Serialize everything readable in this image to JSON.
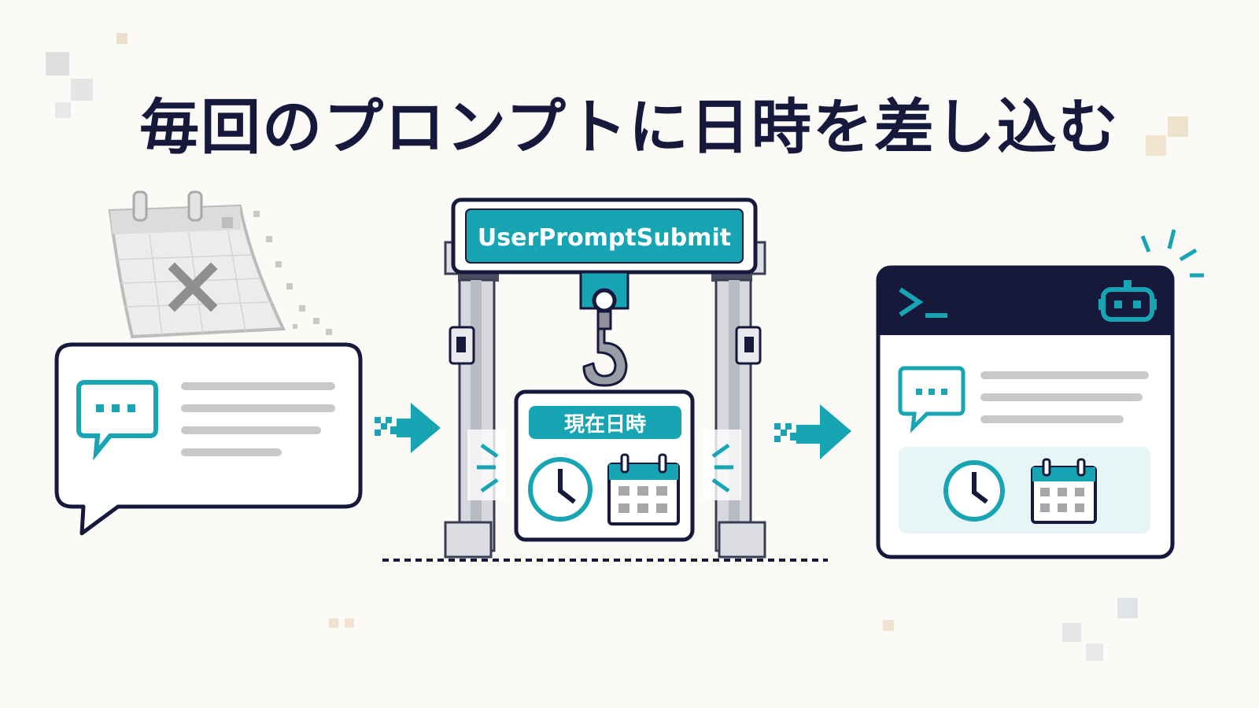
{
  "title": "毎回のプロンプトに日時を差し込む",
  "hook_label": "UserPromptSubmit",
  "payload_label": "現在日時",
  "colors": {
    "teal": "#17a5b3",
    "navy": "#16193b",
    "gray": "#c9c9c9",
    "background": "#fbfaf6"
  },
  "icons": {
    "disabled_calendar": "calendar-x-icon",
    "chat": "chat-bubble-icon",
    "clock": "clock-icon",
    "calendar": "calendar-icon",
    "terminal": "terminal-prompt-icon",
    "robot": "robot-icon",
    "arrow": "arrow-right-icon",
    "hook": "crane-hook-icon"
  }
}
